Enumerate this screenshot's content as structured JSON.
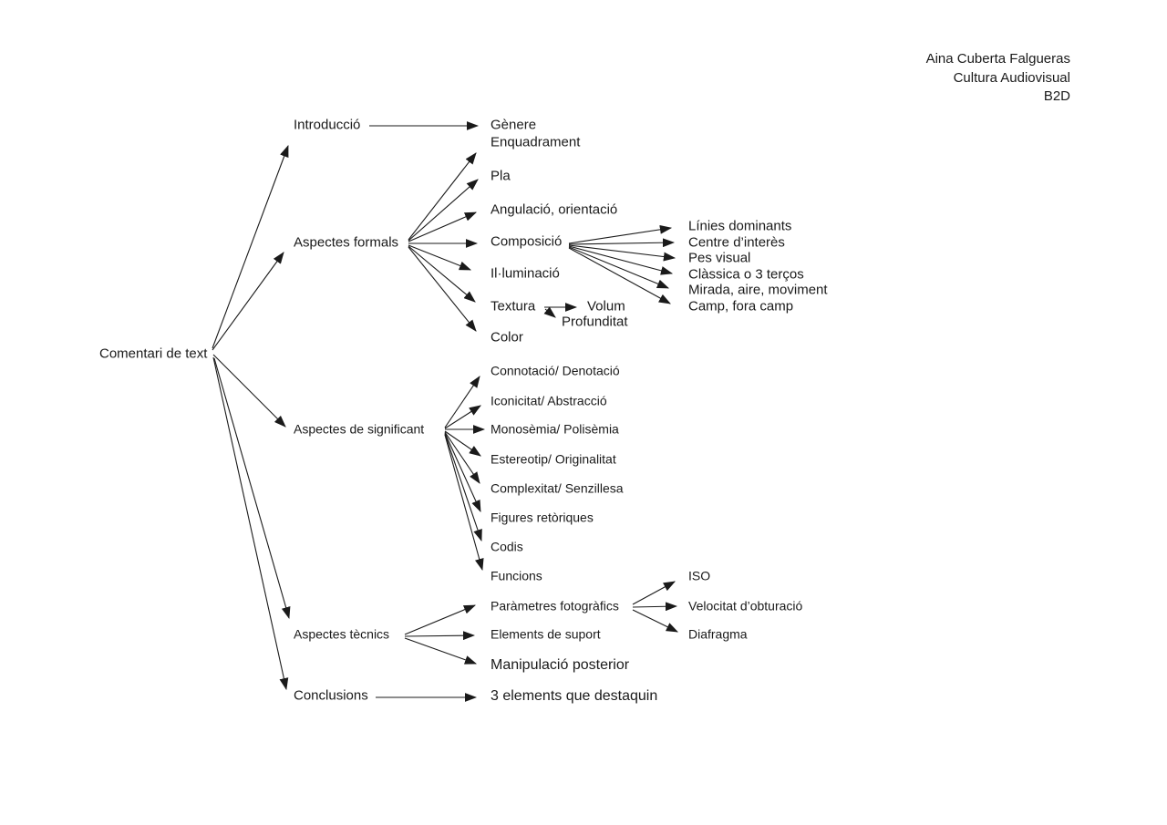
{
  "page": {
    "background_color": "#ffffff",
    "text_color": "#1a1a1a",
    "diagram_type": "mind-map"
  },
  "header": {
    "author": "Aina Cuberta Falgueras",
    "course": "Cultura Audiovisual",
    "group": "B2D"
  },
  "nodes": {
    "root": "Comentari de text",
    "introduccio": "Introducció",
    "aspectes_formals": "Aspectes formals",
    "aspectes_significant": "Aspectes de significant",
    "aspectes_tecnics": "Aspectes tècnics",
    "conclusions": "Conclusions",
    "genere": "Gènere",
    "enquadrament": "Enquadrament",
    "pla": "Pla",
    "angulacio": "Angulació, orientació",
    "composicio": "Composició",
    "illuminacio": "Il·luminació",
    "textura": "Textura",
    "volum": "Volum",
    "profunditat": "Profunditat",
    "color": "Color",
    "connotacio": "Connotació/ Denotació",
    "iconicitat": "Iconicitat/ Abstracció",
    "monosemia": "Monosèmia/ Polisèmia",
    "estereotip": "Estereotip/ Originalitat",
    "complexitat": "Complexitat/ Senzillesa",
    "figures": "Figures retòriques",
    "codis": "Codis",
    "funcions": "Funcions",
    "parametres": "Paràmetres fotogràfics",
    "elements_suport": "Elements de suport",
    "manipulacio": "Manipulació posterior",
    "tres_elements": "3 elements que destaquin",
    "linies": "Línies dominants",
    "centre": "Centre d’interès",
    "pes": "Pes visual",
    "classica": "Clàssica o 3 terços",
    "mirada": "Mirada, aire, moviment",
    "camp": "Camp, fora camp",
    "iso": "ISO",
    "velocitat": "Velocitat d’obturació",
    "diafragma": "Diafragma"
  },
  "edges": [
    {
      "from": "root",
      "to": "introduccio"
    },
    {
      "from": "root",
      "to": "aspectes_formals"
    },
    {
      "from": "root",
      "to": "aspectes_significant"
    },
    {
      "from": "root",
      "to": "aspectes_tecnics"
    },
    {
      "from": "root",
      "to": "conclusions"
    },
    {
      "from": "introduccio",
      "to": "genere"
    },
    {
      "from": "aspectes_formals",
      "to": "enquadrament"
    },
    {
      "from": "aspectes_formals",
      "to": "pla"
    },
    {
      "from": "aspectes_formals",
      "to": "angulacio"
    },
    {
      "from": "aspectes_formals",
      "to": "composicio"
    },
    {
      "from": "aspectes_formals",
      "to": "illuminacio"
    },
    {
      "from": "aspectes_formals",
      "to": "textura"
    },
    {
      "from": "aspectes_formals",
      "to": "color"
    },
    {
      "from": "composicio",
      "to": "linies"
    },
    {
      "from": "composicio",
      "to": "centre"
    },
    {
      "from": "composicio",
      "to": "pes"
    },
    {
      "from": "composicio",
      "to": "classica"
    },
    {
      "from": "composicio",
      "to": "mirada"
    },
    {
      "from": "composicio",
      "to": "camp"
    },
    {
      "from": "textura",
      "to": "volum"
    },
    {
      "from": "textura",
      "to": "profunditat"
    },
    {
      "from": "aspectes_significant",
      "to": "connotacio"
    },
    {
      "from": "aspectes_significant",
      "to": "iconicitat"
    },
    {
      "from": "aspectes_significant",
      "to": "monosemia"
    },
    {
      "from": "aspectes_significant",
      "to": "estereotip"
    },
    {
      "from": "aspectes_significant",
      "to": "complexitat"
    },
    {
      "from": "aspectes_significant",
      "to": "figures"
    },
    {
      "from": "aspectes_significant",
      "to": "codis"
    },
    {
      "from": "aspectes_significant",
      "to": "funcions"
    },
    {
      "from": "aspectes_tecnics",
      "to": "parametres"
    },
    {
      "from": "aspectes_tecnics",
      "to": "elements_suport"
    },
    {
      "from": "aspectes_tecnics",
      "to": "manipulacio"
    },
    {
      "from": "parametres",
      "to": "iso"
    },
    {
      "from": "parametres",
      "to": "velocitat"
    },
    {
      "from": "parametres",
      "to": "diafragma"
    },
    {
      "from": "conclusions",
      "to": "tres_elements"
    }
  ]
}
